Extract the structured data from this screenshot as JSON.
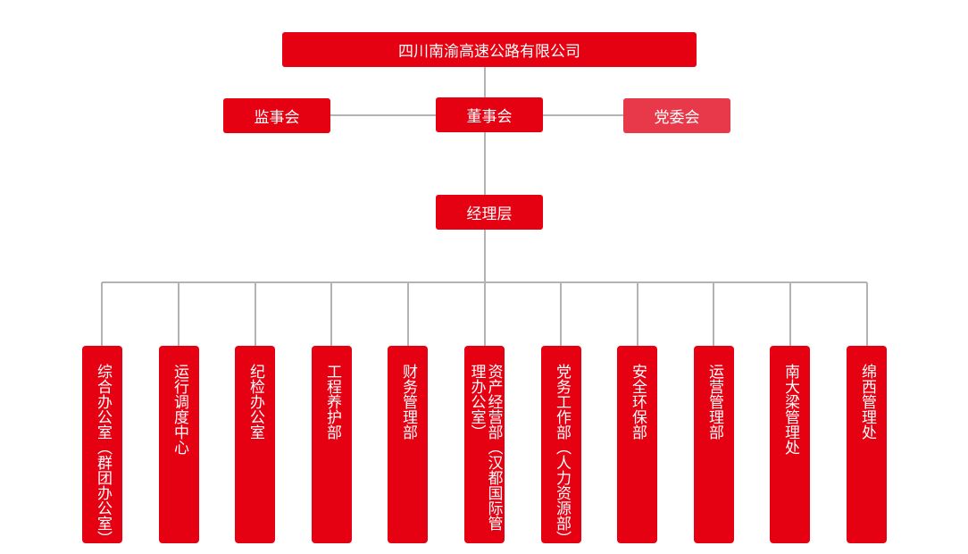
{
  "company": {
    "name": "四川南渝高速公路有限公司"
  },
  "governance": {
    "supervisory_board": "监事会",
    "board_of_directors": "董事会",
    "party_committee": "党委会"
  },
  "management": {
    "label": "经理层"
  },
  "departments": [
    {
      "label": "综合办公室（群团办公室）"
    },
    {
      "label": "运行调度中心"
    },
    {
      "label": "纪检办公室"
    },
    {
      "label": "工程养护部"
    },
    {
      "label": "财务管理部"
    },
    {
      "label": "资产经营部（汉都国际管理办公室）"
    },
    {
      "label": "党务工作部（人力资源部）"
    },
    {
      "label": "安全环保部"
    },
    {
      "label": "运营管理部"
    },
    {
      "label": "南大梁管理处"
    },
    {
      "label": "绵西管理处"
    }
  ],
  "colors": {
    "node": "#e50012",
    "party_node": "#e8394a",
    "connector": "#b3b3b3"
  }
}
